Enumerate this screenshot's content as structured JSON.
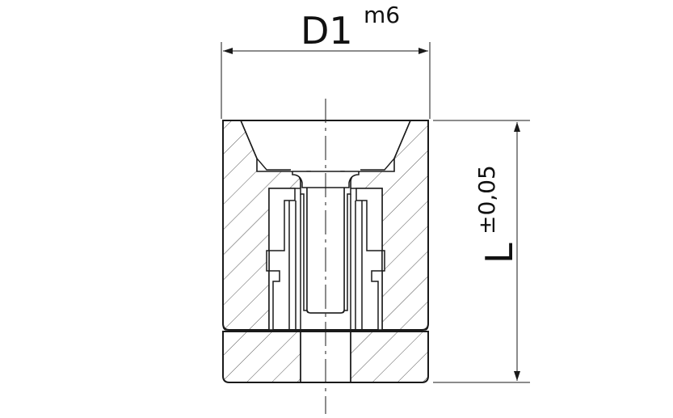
{
  "dimensions": {
    "diameter": {
      "label": "D1",
      "tolerance": "m6"
    },
    "length": {
      "label": "L",
      "tolerance": "±0,05"
    }
  },
  "colors": {
    "line": "#1a1a1a",
    "hatch": "#555555",
    "background": "#ffffff"
  }
}
